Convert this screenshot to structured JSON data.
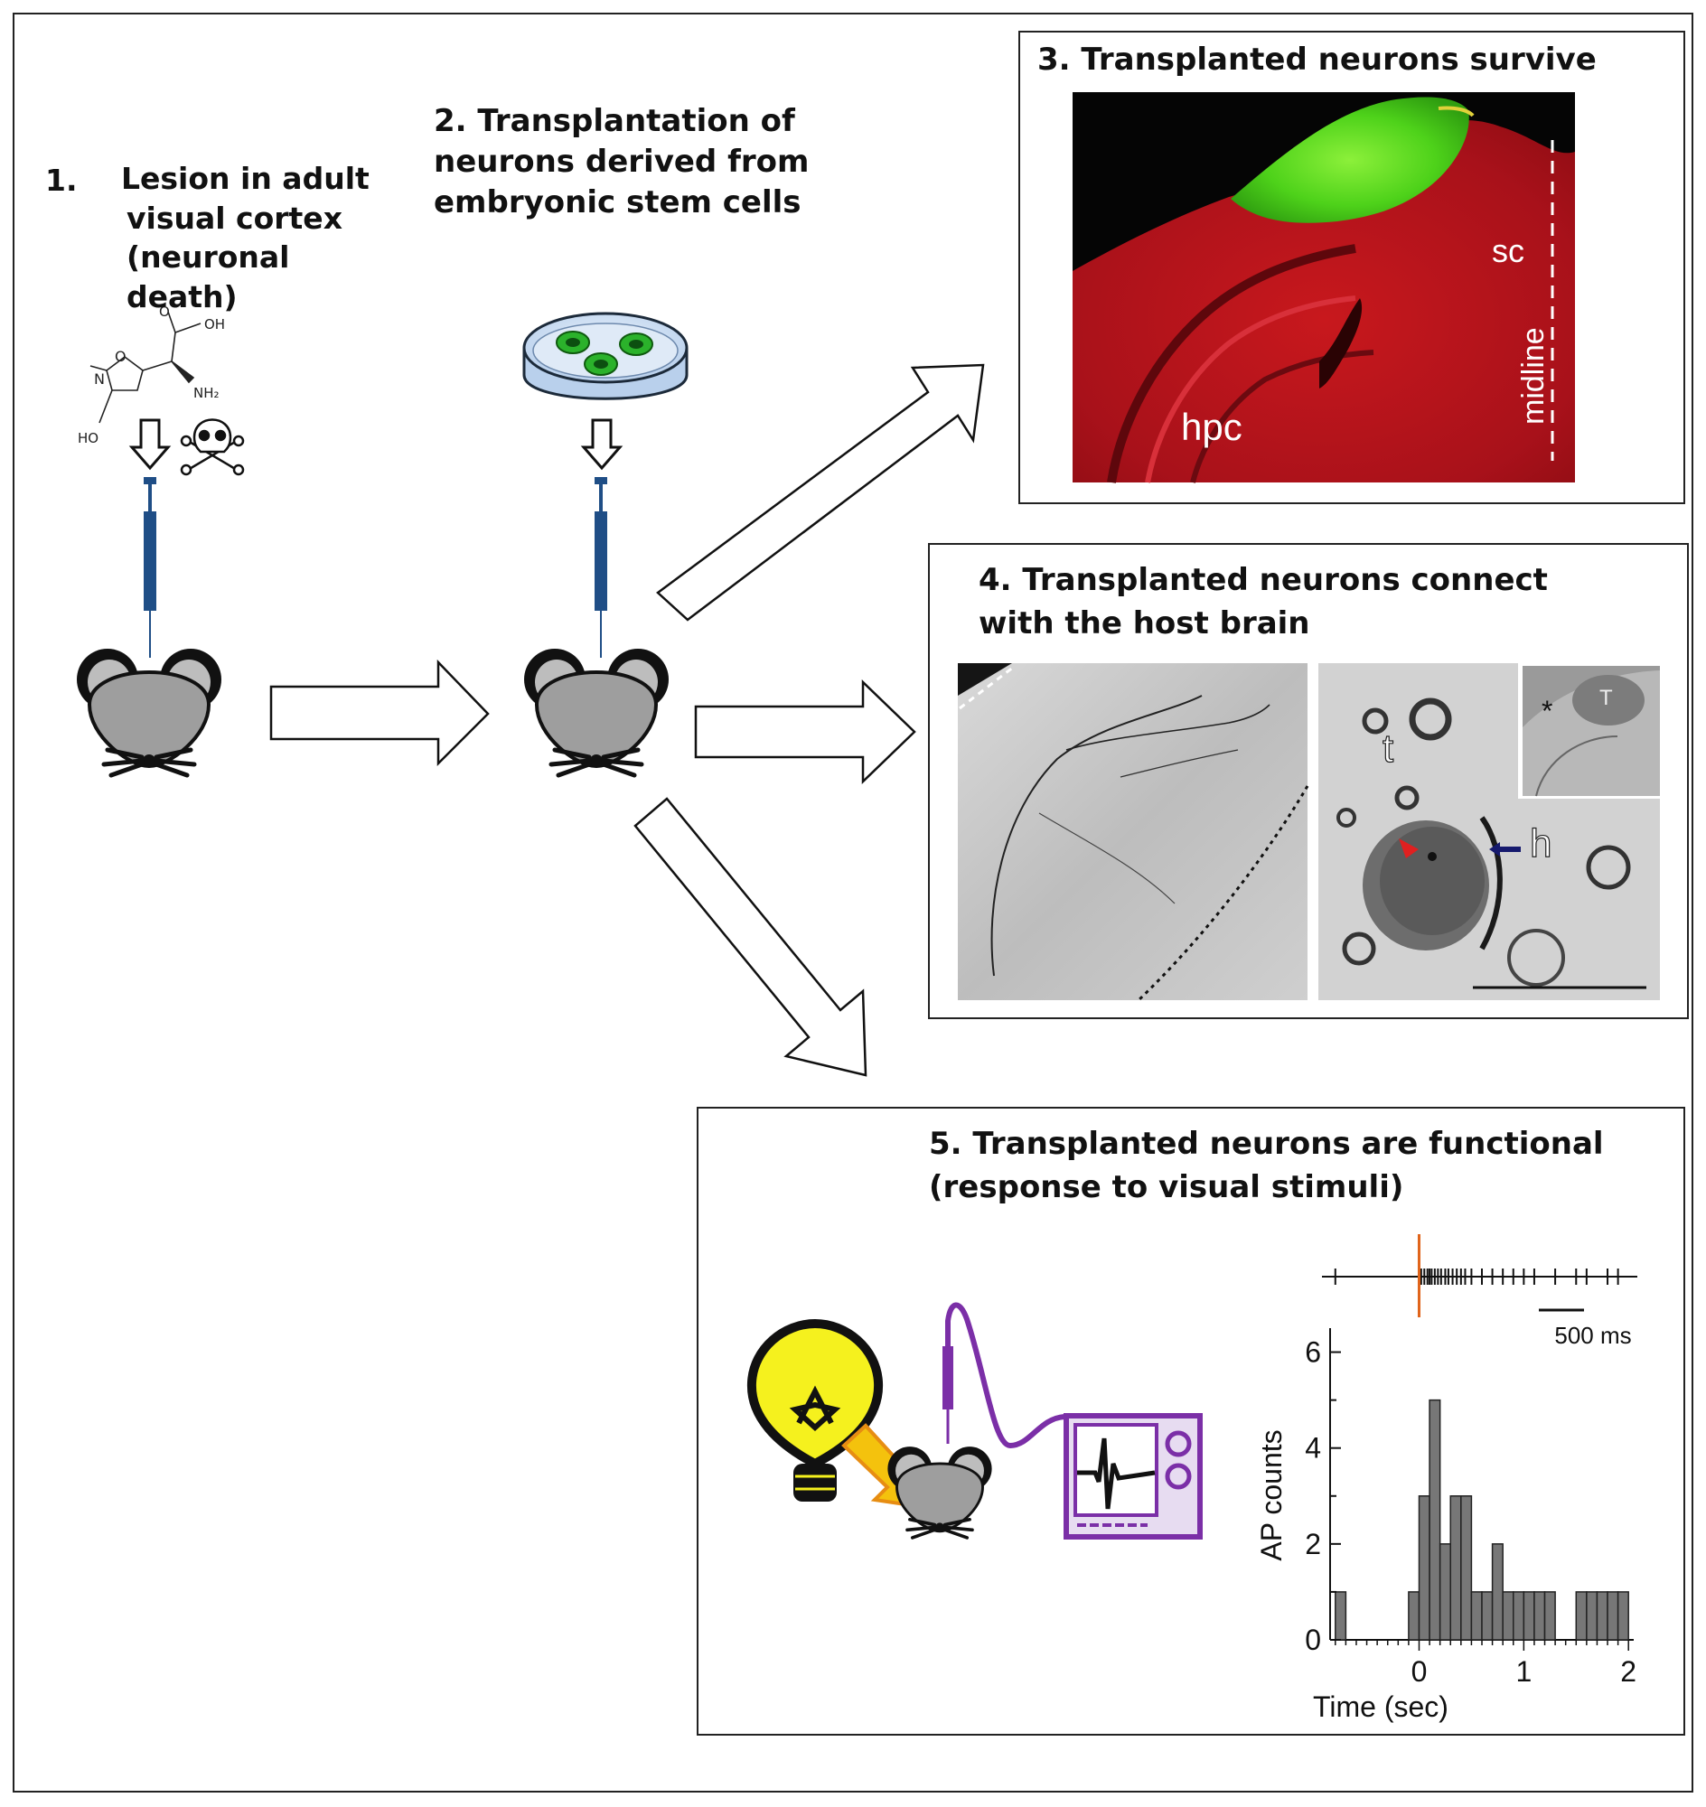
{
  "steps": {
    "lesion": {
      "number": "1.",
      "lines": [
        "Lesion in adult",
        "visual cortex",
        "(neuronal",
        "death)"
      ]
    },
    "transplant": {
      "lines": [
        "2. Transplantation of",
        "neurons derived from",
        "embryonic stem cells"
      ]
    }
  },
  "chemical": {
    "atom_o": "O",
    "atom_n": "N",
    "atom_ho": "HO",
    "atom_nh2": "NH₂",
    "atom_oh": "OH",
    "atom_o_carbonyl": "O"
  },
  "panels": {
    "survive": {
      "title": "3. Transplanted neurons survive",
      "labels": {
        "hpc": "hpc",
        "sc": "sc",
        "midline": "midline"
      }
    },
    "connect": {
      "title_lines": [
        "4. Transplanted neurons connect",
        "with the host brain"
      ],
      "labels": {
        "t": "t",
        "h": "h",
        "asterisk": "*",
        "T": "T"
      }
    },
    "functional": {
      "title_lines": [
        "5. Transplanted neurons are functional",
        "(response  to visual stimuli)"
      ],
      "scale_label": "500 ms"
    }
  },
  "colors": {
    "tissue_red": "#b3161b",
    "graft_green": "#5fdc1a",
    "syringe_blue": "#1f4e86",
    "electrode_purple": "#7b2fa7",
    "bulb_yellow": "#f5f11e",
    "stim_arrow": "#f4c20d",
    "stimulus_line": "#e0641a",
    "bar_gray": "#777777"
  },
  "chart_data": {
    "type": "bar",
    "xlabel": "Time (sec)",
    "ylabel": "AP counts",
    "xlim": [
      -0.85,
      2.05
    ],
    "ylim": [
      0,
      6.5
    ],
    "xticks": [
      0,
      1,
      2
    ],
    "yticks": [
      0,
      2,
      4,
      6
    ],
    "bin_width": 0.1,
    "bins_start": [
      -0.8,
      -0.1,
      0.0,
      0.1,
      0.2,
      0.3,
      0.4,
      0.5,
      0.6,
      0.7,
      0.8,
      0.9,
      1.0,
      1.1,
      1.2,
      1.5,
      1.6,
      1.7,
      1.8,
      1.9
    ],
    "values": [
      1,
      1,
      3,
      5,
      2,
      3,
      3,
      1,
      1,
      2,
      1,
      1,
      1,
      1,
      1,
      1,
      1,
      1,
      1,
      1
    ],
    "raster_spikes_sec": [
      -0.8,
      0.0,
      0.02,
      0.05,
      0.08,
      0.1,
      0.12,
      0.15,
      0.18,
      0.21,
      0.25,
      0.28,
      0.32,
      0.36,
      0.4,
      0.44,
      0.5,
      0.6,
      0.7,
      0.8,
      0.9,
      1.0,
      1.1,
      1.3,
      1.5,
      1.6,
      1.8,
      1.9
    ]
  }
}
